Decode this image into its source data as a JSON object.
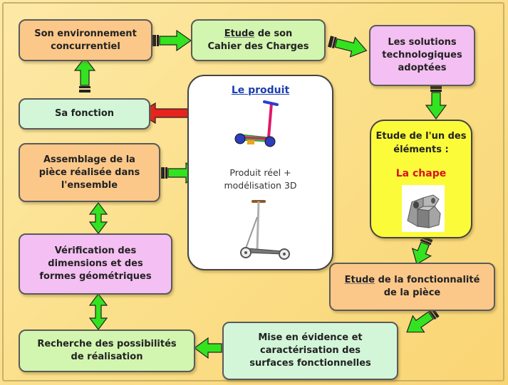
{
  "nodes": {
    "environnement": "Son environnement\nconcurrentiel",
    "cahier_prefix": "Etude",
    "cahier_rest": " de son\nCahier des Charges",
    "solutions": "Les solutions\ntechnologiques\nadoptées",
    "fonction": "Sa fonction",
    "assemblage": "Assemblage de la\npièce réalisée dans\nl'ensemble",
    "verification": "Vérification des\ndimensions et des\nformes géométriques",
    "recherche": "Recherche des possibilités\nde réalisation",
    "fonctionnalite_prefix": "Etude",
    "fonctionnalite_rest": " de la fonctionnalité\nde la pièce",
    "mise_en_evidence": "Mise en évidence et\ncaractérisation des\nsurfaces fonctionnelles",
    "etude_element": "Etude de l'un des\néléments :",
    "chape_label": "La chape"
  },
  "produit": {
    "title": "Le produit",
    "caption": "Produit réel +\nmodélisation 3D"
  },
  "colors": {
    "arrow_green": "#33e31f",
    "arrow_red": "#e8231e",
    "box_orange": "#fbc88a",
    "box_light_green": "#d2f5b0",
    "box_pink": "#f4bff2",
    "box_mint": "#d3f6d8",
    "box_yellow": "#fbfb3a",
    "title_blue": "#1a3fae",
    "label_red": "#d8131a"
  },
  "icons": [
    "scooter-3d-model-icon",
    "scooter-real-photo-icon",
    "chape-part-image-icon"
  ]
}
